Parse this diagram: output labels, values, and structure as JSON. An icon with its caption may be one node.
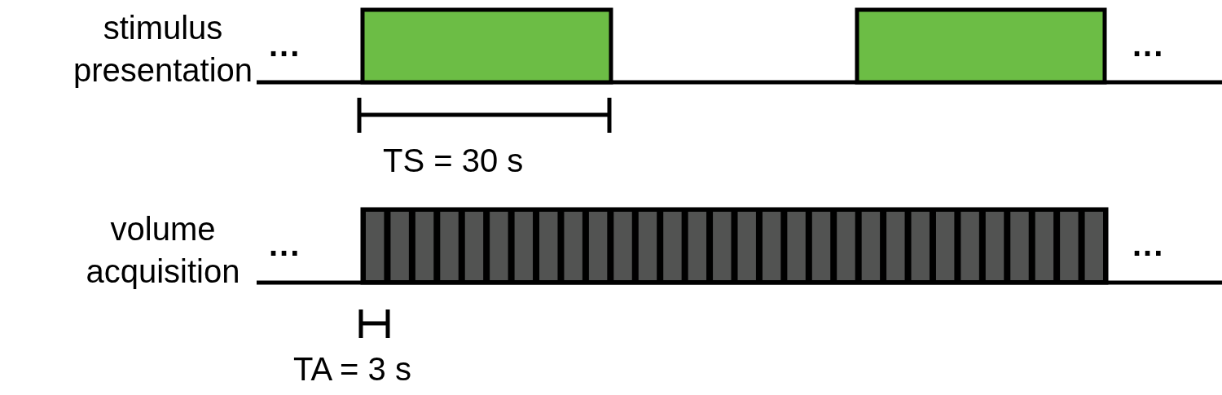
{
  "diagram": {
    "labels": [
      "stimulus presentation",
      "...",
      "...",
      "TS = 30 s",
      "volume acquisition",
      "...",
      "...",
      "TA = 3 s"
    ]
  }
}
